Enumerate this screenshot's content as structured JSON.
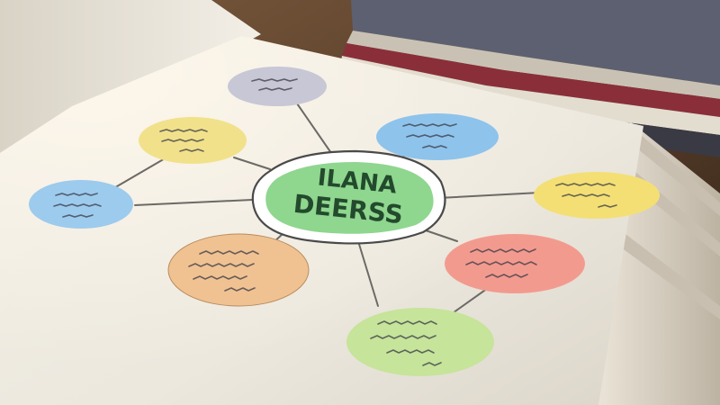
{
  "mind_map": {
    "center": {
      "lines": [
        "ILANA",
        "DEERSS"
      ],
      "color": "#8fd68f"
    },
    "nodes": [
      {
        "name": "node-top-grey",
        "color": "#c7c7d6"
      },
      {
        "name": "node-top-yellow",
        "color": "#f1e18a"
      },
      {
        "name": "node-top-blue",
        "color": "#8ec3ec"
      },
      {
        "name": "node-left-blue",
        "color": "#9ccbee"
      },
      {
        "name": "node-right-yellow",
        "color": "#f4df74"
      },
      {
        "name": "node-lower-orange",
        "color": "#f0c292"
      },
      {
        "name": "node-lower-red",
        "color": "#f39a8f"
      },
      {
        "name": "node-bottom-green",
        "color": "#c6e49a"
      }
    ]
  }
}
